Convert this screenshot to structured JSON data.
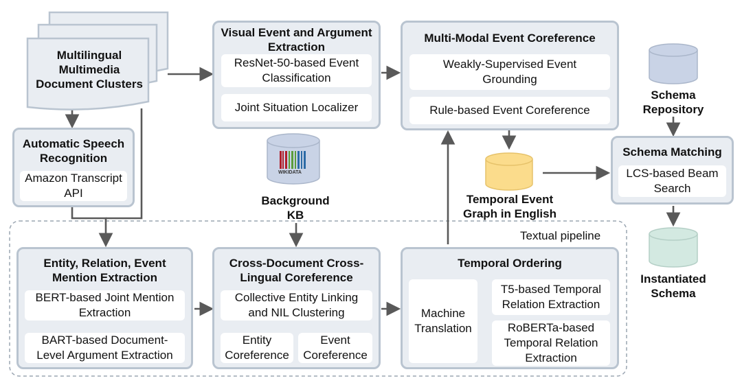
{
  "documents": {
    "label": "Multilingual\nMultimedia\nDocument Clusters"
  },
  "asr": {
    "title": "Automatic Speech\nRecognition",
    "items": [
      "Amazon Transcript\nAPI"
    ]
  },
  "visual": {
    "title": "Visual Event and Argument\nExtraction",
    "items": [
      "ResNet-50-based Event\nClassification",
      "Joint Situation Localizer"
    ]
  },
  "multimodal": {
    "title": "Multi-Modal Event Coreference",
    "items": [
      "Weakly-Supervised Event\nGrounding",
      "Rule-based Event Coreference"
    ]
  },
  "schema_repository": {
    "label": "Schema\nRepository"
  },
  "schema_matching": {
    "title": "Schema Matching",
    "items": [
      "LCS-based Beam\nSearch"
    ]
  },
  "instantiated_schema": {
    "label": "Instantiated\nSchema"
  },
  "background_kb": {
    "label": "Background\nKB",
    "logo_text": "WIKIDATA"
  },
  "temporal_graph": {
    "label": "Temporal Event\nGraph in English"
  },
  "textual_pipeline": {
    "label": "Textual pipeline"
  },
  "entity_extraction": {
    "title": "Entity, Relation, Event\nMention Extraction",
    "items": [
      "BERT-based Joint Mention\nExtraction",
      "BART-based Document-\nLevel Argument Extraction"
    ]
  },
  "coreference": {
    "title": "Cross-Document Cross-\nLingual Coreference",
    "items": [
      "Collective Entity Linking\nand NIL Clustering",
      "Entity\nCoreference",
      "Event\nCoreference"
    ]
  },
  "temporal_ordering": {
    "title": "Temporal Ordering",
    "items": [
      "Machine\nTranslation",
      "T5-based Temporal\nRelation Extraction",
      "RoBERTa-based\nTemporal Relation\nExtraction"
    ]
  },
  "colors": {
    "box_fill": "#e9edf2",
    "box_border": "#b9c4d0",
    "arrow": "#595959",
    "db_blue": "#c9d3e6",
    "db_yellow": "#fbdc8c",
    "db_green": "#d3e9e1"
  }
}
